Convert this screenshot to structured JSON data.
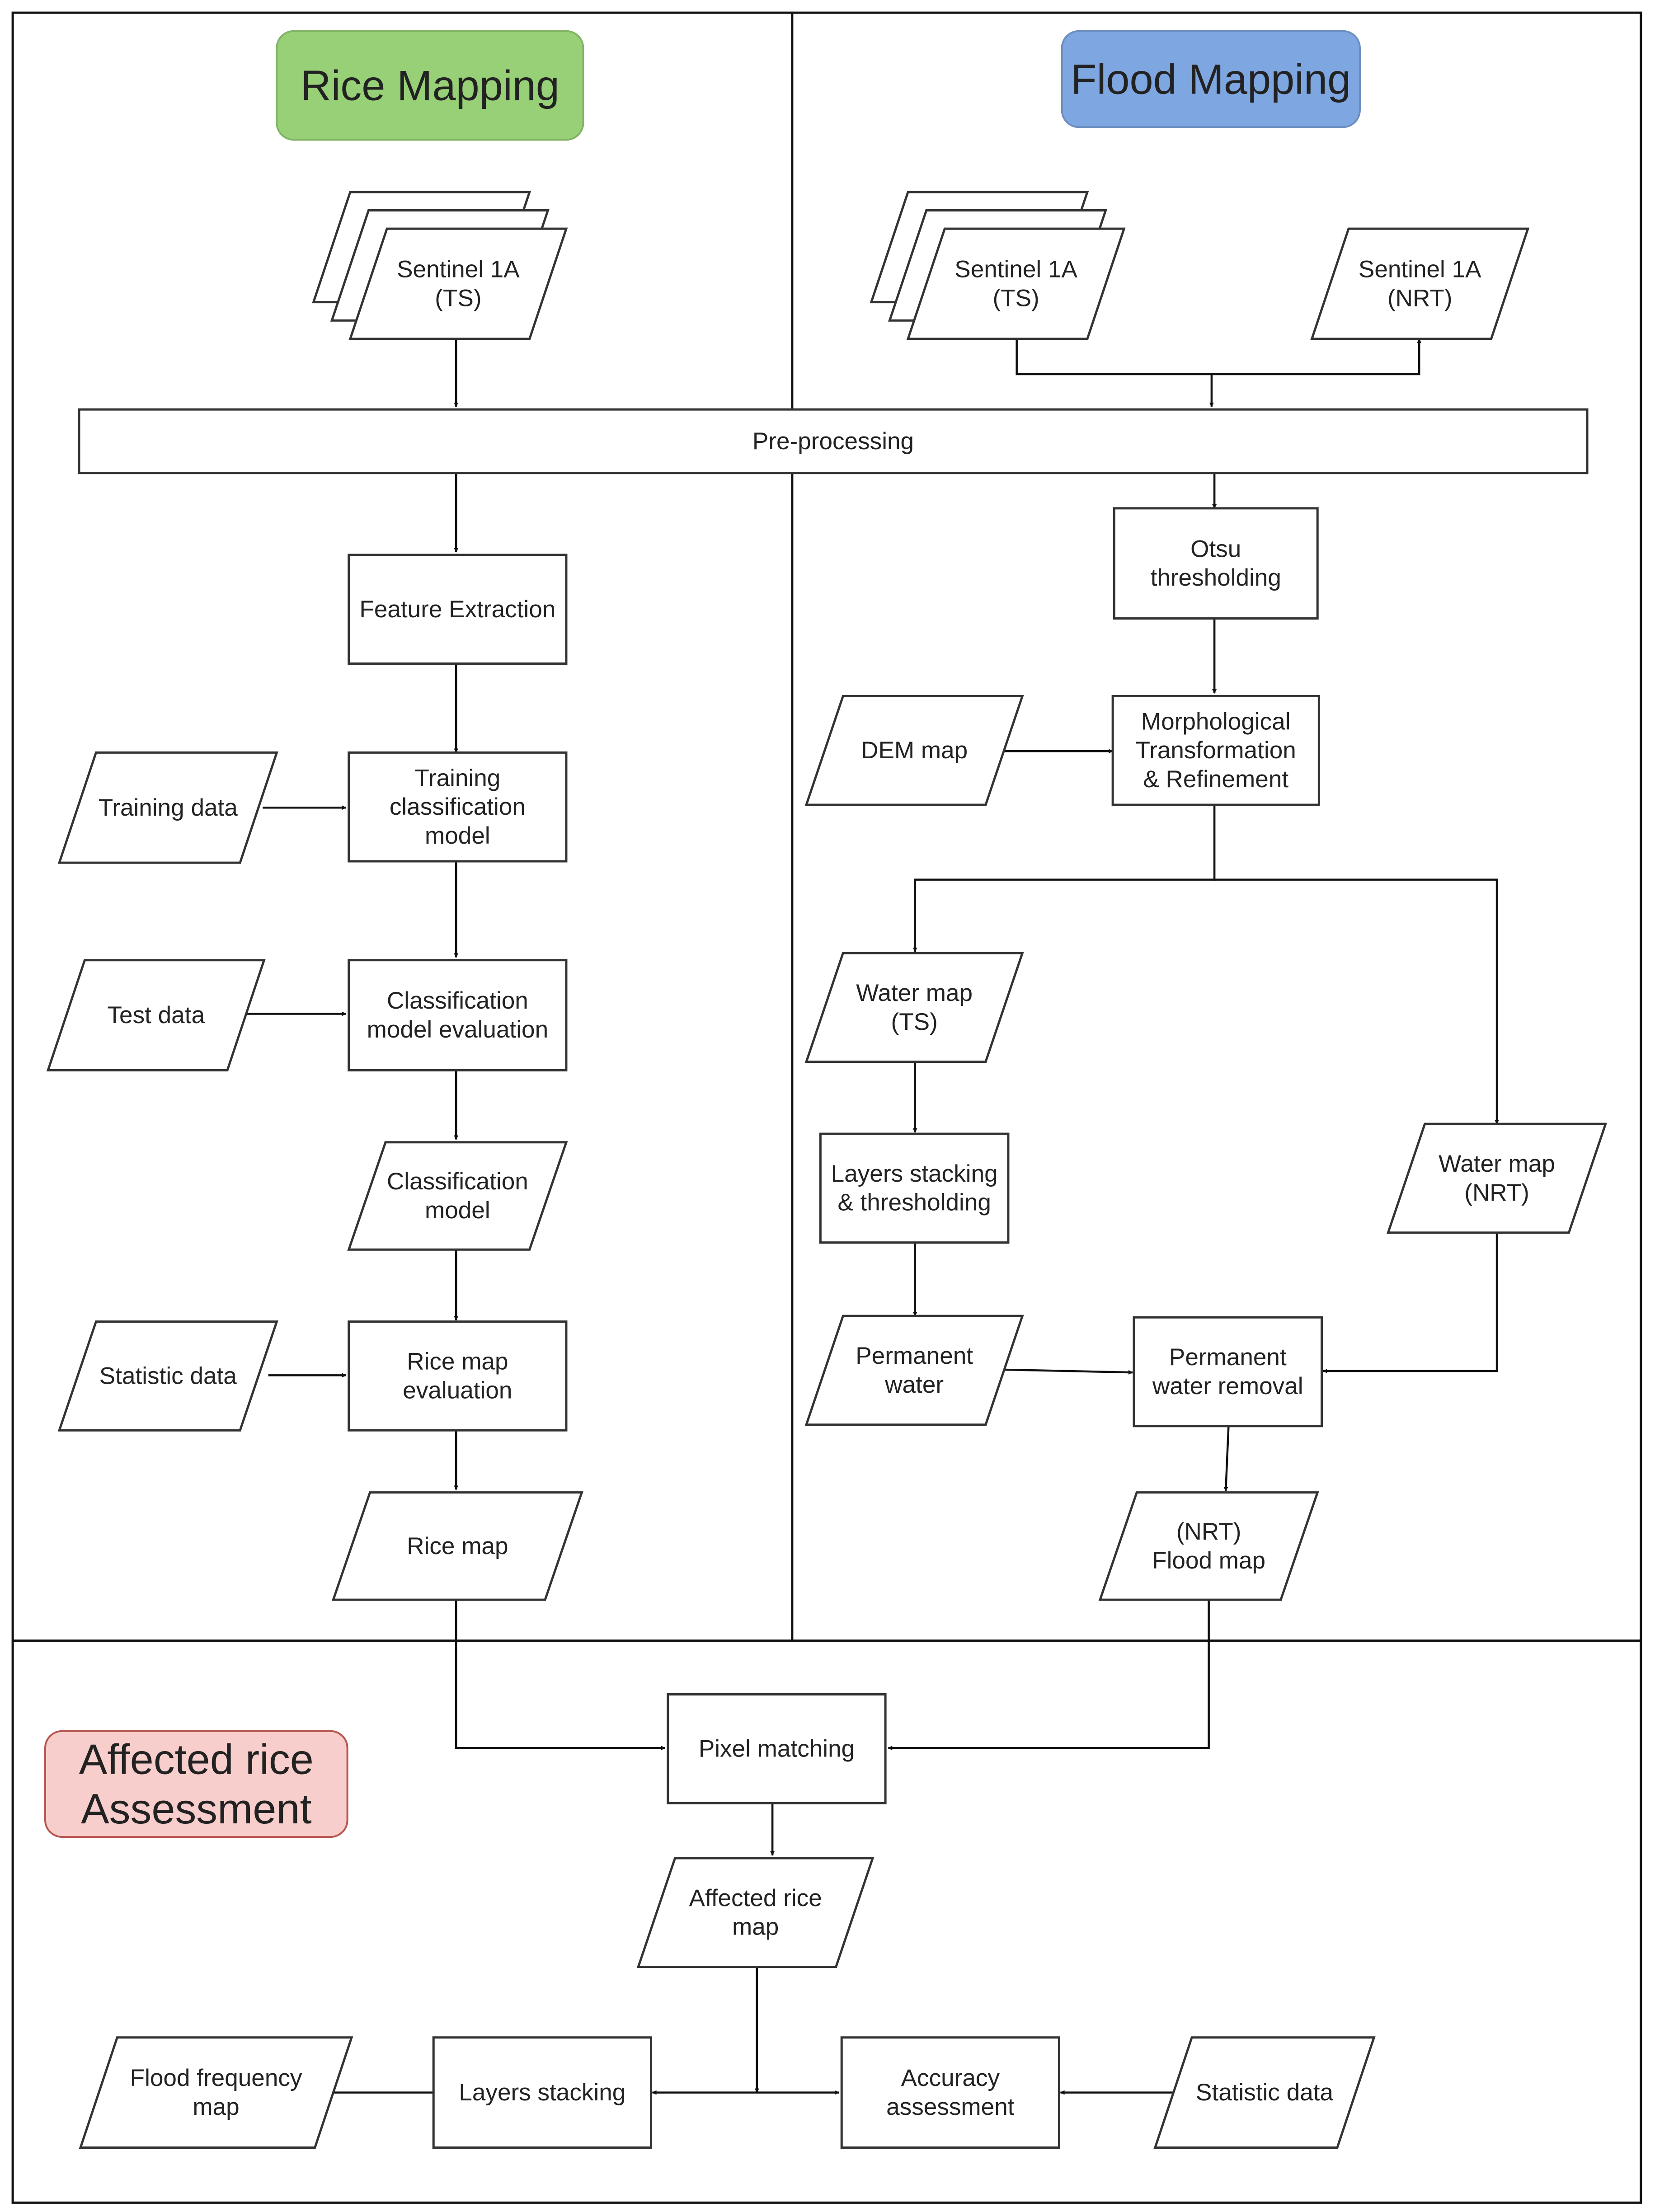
{
  "sections": {
    "rice_mapping": "Rice Mapping",
    "flood_mapping": "Flood Mapping",
    "affected_assessment": [
      "Affected rice",
      "Assessment"
    ]
  },
  "colors": {
    "rice_header": "#97d077",
    "flood_header": "#7ea6e0",
    "assessment_header": "#f8cecc",
    "line": "#111111"
  },
  "nodes": {
    "rice_sentinel": [
      "Sentinel 1A",
      "(TS)"
    ],
    "flood_sentinel_ts": [
      "Sentinel 1A",
      "(TS)"
    ],
    "flood_sentinel_nrt": [
      "Sentinel 1A",
      "(NRT)"
    ],
    "preprocessing": [
      "Pre-processing"
    ],
    "feature_extraction": [
      "Feature Extraction"
    ],
    "training_data": [
      "Training data"
    ],
    "training_model": [
      "Training",
      "classification",
      "model"
    ],
    "test_data": [
      "Test data"
    ],
    "model_evaluation": [
      "Classification",
      "model evaluation"
    ],
    "classification_model": [
      "Classification",
      "model"
    ],
    "statistic_data_rice": [
      "Statistic data"
    ],
    "rice_map_evaluation": [
      "Rice map",
      "evaluation"
    ],
    "rice_map": [
      "Rice map"
    ],
    "otsu": [
      "Otsu",
      "thresholding"
    ],
    "dem_map": [
      "DEM map"
    ],
    "morphological": [
      "Morphological",
      "Transformation",
      "& Refinement"
    ],
    "water_map_ts": [
      "Water map",
      "(TS)"
    ],
    "layers_stacking_thresholding": [
      "Layers stacking",
      "& thresholding"
    ],
    "water_map_nrt": [
      "Water map",
      "(NRT)"
    ],
    "permanent_water": [
      "Permanent",
      "water"
    ],
    "permanent_water_removal": [
      "Permanent",
      "water removal"
    ],
    "nrt_flood_map": [
      "(NRT)",
      "Flood map"
    ],
    "pixel_matching": [
      "Pixel matching"
    ],
    "affected_rice_map": [
      "Affected rice",
      "map"
    ],
    "layers_stacking": [
      "Layers stacking"
    ],
    "flood_frequency_map": [
      "Flood frequency",
      "map"
    ],
    "accuracy_assessment": [
      "Accuracy",
      "assessment"
    ],
    "statistic_data_assess": [
      "Statistic data"
    ]
  }
}
